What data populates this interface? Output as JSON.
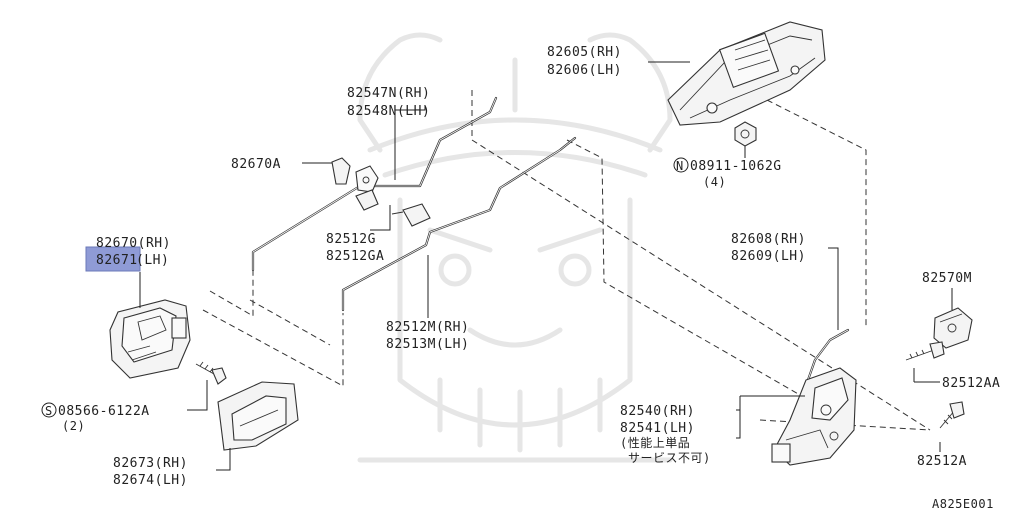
{
  "diagram": {
    "ref_code": "A825E001",
    "highlight_color": "#8f9bd6",
    "callouts": {
      "c82605": "82605(RH)",
      "c82606": "82606(LH)",
      "c82547n": "82547N(RH)",
      "c82548n": "82548N(LH)",
      "c82670a": "82670A",
      "c08911": "08911-1062G",
      "c08911_qty": "(4)",
      "c08911_prefix": "N",
      "c82512g": "82512G",
      "c82512ga": "82512GA",
      "c82670": "82670(RH)",
      "c82671_a": "82671",
      "c82671_b": "(LH)",
      "c82608": "82608(RH)",
      "c82609": "82609(LH)",
      "c82570m": "82570M",
      "c82512m": "82512M(RH)",
      "c82513m": "82513M(LH)",
      "c82512aa": "82512AA",
      "c08566": "08566-6122A",
      "c08566_qty": "(2)",
      "c08566_prefix": "S",
      "c82540": "82540(RH)",
      "c82541": "82541(LH)",
      "c_note1": "(性能上単品",
      "c_note2": "サービス不可)",
      "c82512a": "82512A",
      "c82673": "82673(RH)",
      "c82674": "82674(LH)"
    }
  }
}
